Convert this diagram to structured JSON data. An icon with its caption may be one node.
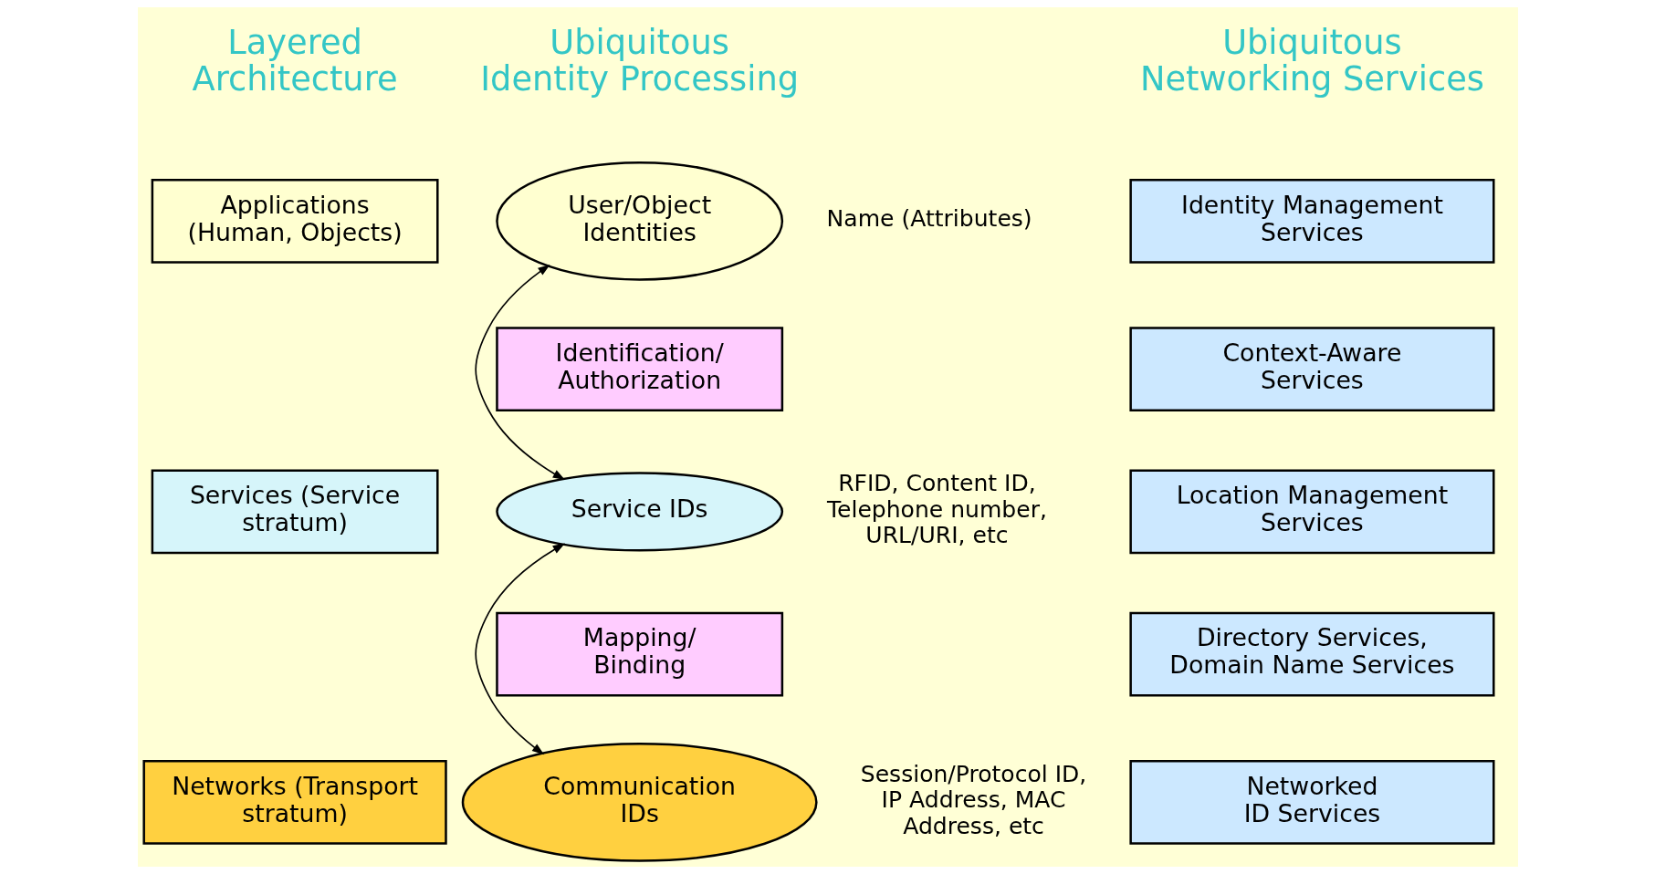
{
  "diagram": {
    "nodes": [
      {
        "text": [
          "Applications (Human, Objects)"
        ]
      },
      {
        "text": [
          "Services (Service stratum)"
        ]
      },
      {
        "text": [
          "Networks (Transport stratum)"
        ]
      },
      {
        "text": [
          "User/Object Identities"
        ],
        "beside": [
          "Name (Attributes)"
        ]
      },
      {
        "text": [
          "Identification/ Authorization"
        ]
      },
      {
        "text": [
          "Service IDs"
        ],
        "beside": [
          "RFID, Content ID, Telephone number, URL/URI, etc"
        ]
      },
      {
        "text": [
          "Mapping/ Binding"
        ]
      },
      {
        "text": [
          "Communication IDs"
        ],
        "beside": [
          "Session/Protocol ID, IP Address, MAC Address, etc"
        ]
      },
      {
        "text": [
          "Identity Management Services"
        ]
      },
      {
        "text": [
          "Context-Aware Services"
        ]
      },
      {
        "text": [
          "Location Management Services"
        ]
      },
      {
        "text": [
          "Directory Services, Domain Name Services"
        ]
      },
      {
        "text": [
          "Networked ID Services"
        ]
      }
    ],
    "edges": [
      {
        "from": 3,
        "to": 5,
        "arrow": "both"
      },
      {
        "from": 5,
        "to": 7,
        "arrow": "both"
      }
    ],
    "labels": [
      "Layered Architecture",
      "Ubiquitous Identity Processing",
      "Ubiquitous Networking Services"
    ]
  }
}
